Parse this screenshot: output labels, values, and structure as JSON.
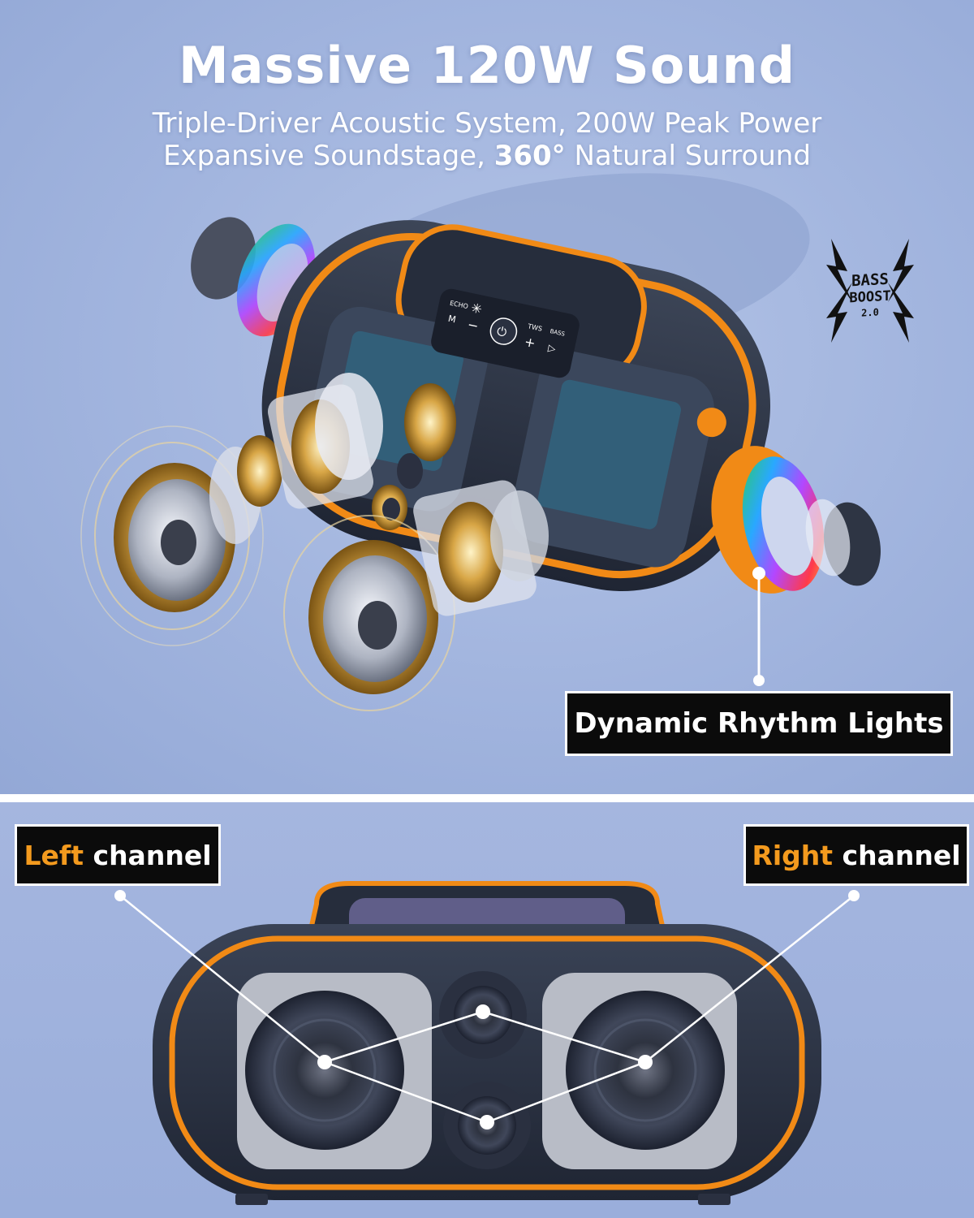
{
  "hero": {
    "title": "Massive 120W Sound",
    "subtitle_line1": "Triple-Driver Acoustic System, 200W Peak Power",
    "subtitle_line2_prefix": "Expansive Soundstage, ",
    "subtitle_line2_bold": "360°",
    "subtitle_line2_suffix": " Natural Surround"
  },
  "badge": {
    "line1": "BASS",
    "line2": "BOOST",
    "line3": "2.0"
  },
  "control_panel": {
    "echo": "ECHO",
    "mode": "M",
    "tws": "TWS",
    "bass": "BASS"
  },
  "callouts": {
    "rhythm_lights": "Dynamic Rhythm Lights",
    "left_accent": "Left",
    "left_rest": " channel",
    "right_accent": "Right",
    "right_rest": " channel"
  },
  "colors": {
    "background": "#a1b4de",
    "accent_orange": "#f39a1e",
    "speaker_body": "#2a3244",
    "label_bg": "#0b0b0b",
    "driver_gold": "#c9953a"
  }
}
